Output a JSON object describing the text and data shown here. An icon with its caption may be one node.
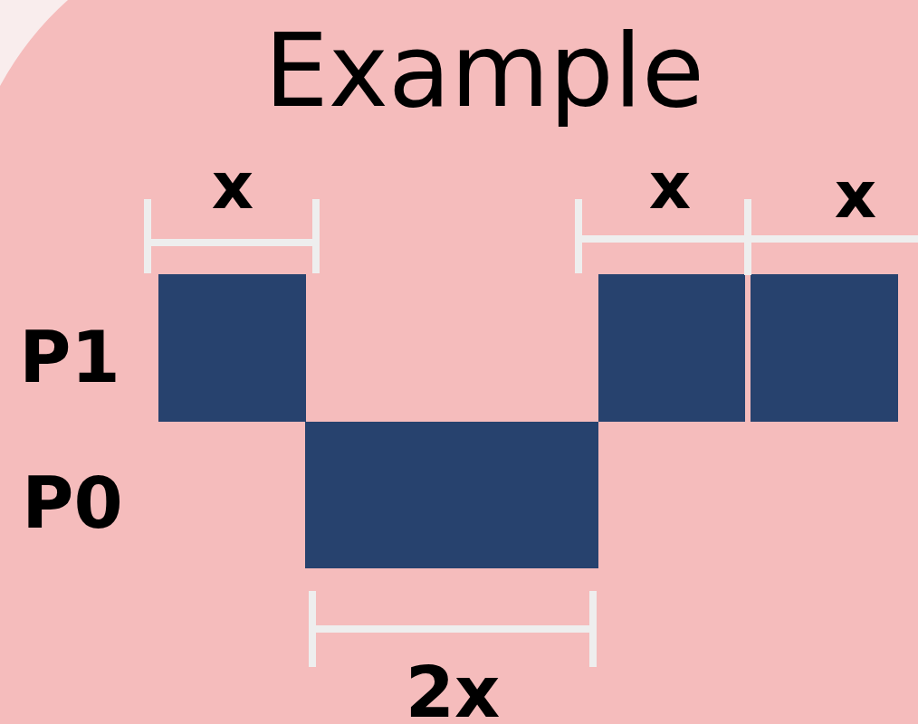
{
  "diagram": {
    "title": "Example",
    "labels": [
      "x",
      "x",
      "x",
      "P1",
      "P0",
      "2x"
    ]
  }
}
